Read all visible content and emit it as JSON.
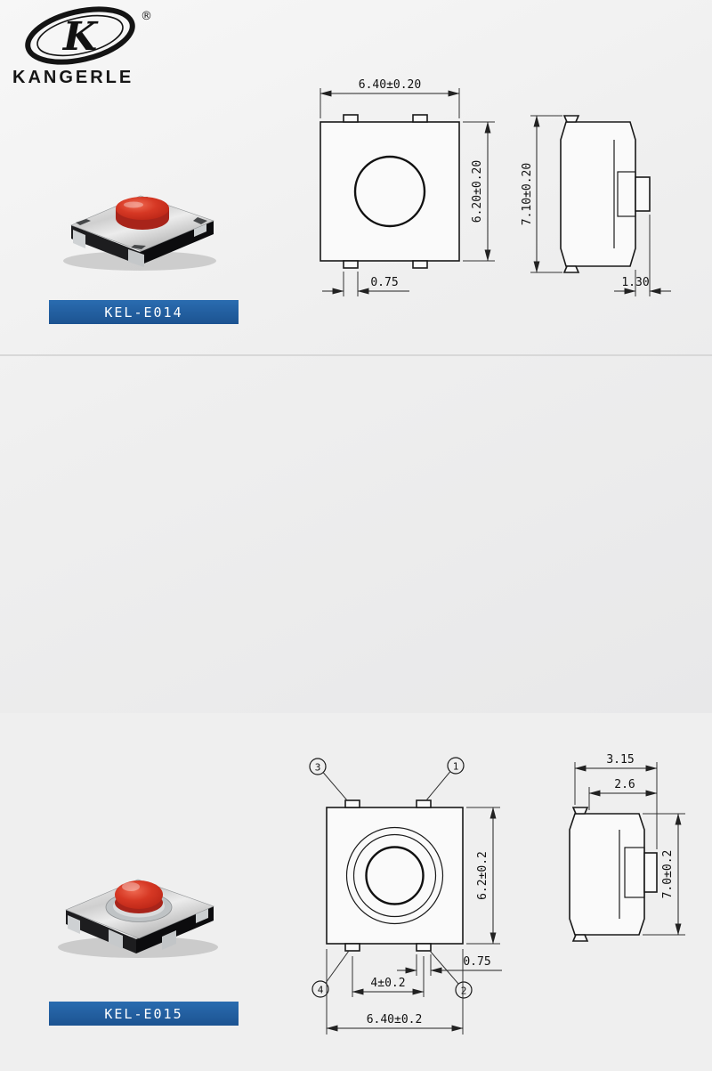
{
  "brand": {
    "name": "KANGERLE",
    "registered_mark": "®",
    "logo_letter": "K"
  },
  "colors": {
    "badge_blue": "#1e5b9c",
    "button_red": "#cf2a1d",
    "line": "#1a1a1a"
  },
  "products": [
    {
      "code": "KEL-E014",
      "top_view": {
        "width": "6.40±0.20",
        "height": "6.20±0.20",
        "pin_width": "0.75"
      },
      "side_view": {
        "height": "7.10±0.20",
        "stem": "1.30"
      }
    },
    {
      "code": "KEL-E015",
      "pin_numbers": {
        "top_left": "3",
        "top_right": "1",
        "bottom_left": "4",
        "bottom_right": "2"
      },
      "top_view": {
        "height": "6.2±0.2",
        "pin_width": "0.75",
        "pin_pitch": "4±0.2",
        "width": "6.40±0.2"
      },
      "side_view": {
        "top_width": "3.15",
        "body_width": "2.6",
        "height": "7.0±0.2"
      }
    }
  ]
}
